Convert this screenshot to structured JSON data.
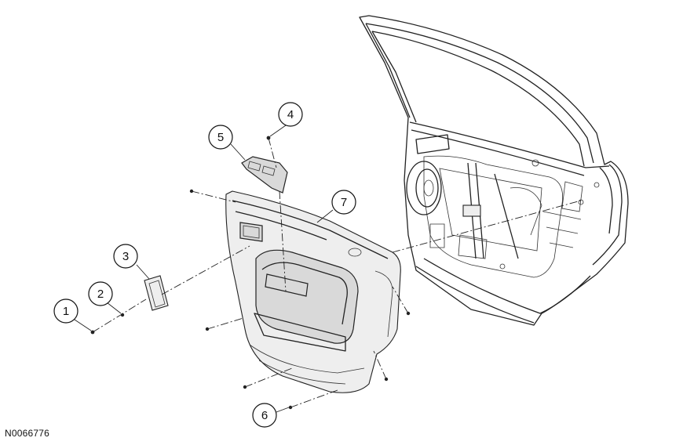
{
  "figure_id": "N0066776",
  "callouts": [
    {
      "label": "1"
    },
    {
      "label": "2"
    },
    {
      "label": "3"
    },
    {
      "label": "4"
    },
    {
      "label": "5"
    },
    {
      "label": "6"
    },
    {
      "label": "7"
    }
  ]
}
